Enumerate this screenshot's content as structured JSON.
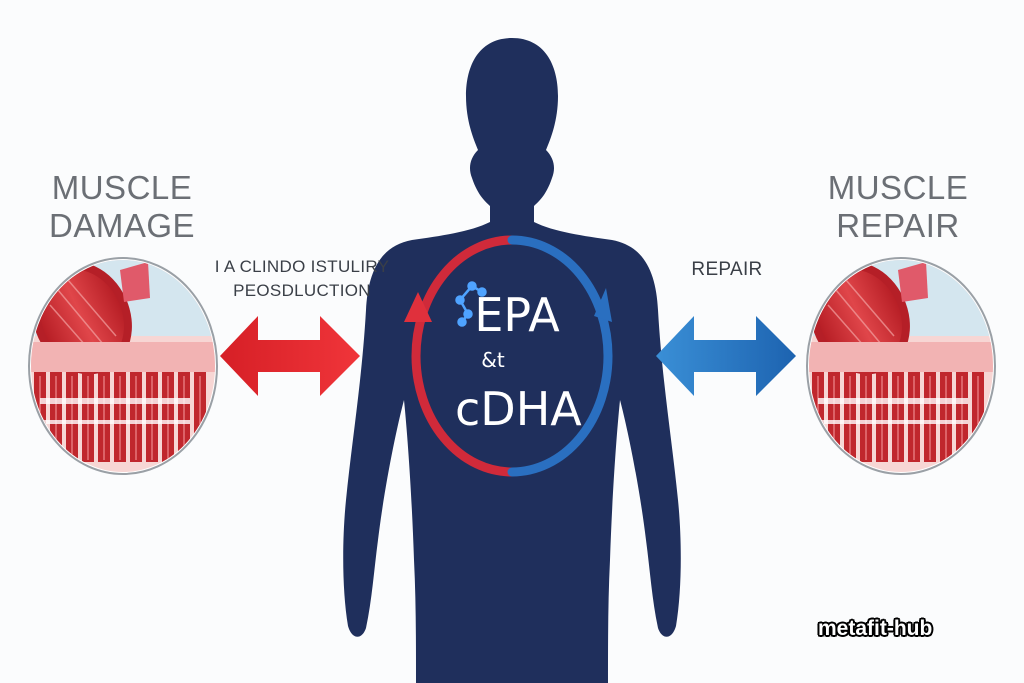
{
  "left_panel": {
    "title_line1": "MUSCLE",
    "title_line2": "DAMAGE",
    "caption_line1": "I A CLINDO ISTULIRY",
    "caption_line2": "PEOSDLUCTION"
  },
  "right_panel": {
    "title_line1": "MUSCLE",
    "title_line2": "REPAIR",
    "caption": "REPAIR"
  },
  "center": {
    "line1": "EPA",
    "line2": "&t",
    "line3": "cDHA"
  },
  "watermark": "metafit-hub",
  "icons": [
    "molecule-icon",
    "cycle-arrows-icon",
    "double-arrow-icon",
    "muscle-tissue-icon",
    "human-silhouette-icon"
  ],
  "colors": {
    "silhouette": "#1f2f5c",
    "red_arrow": "#e8262b",
    "blue_arrow": "#1e6fbd",
    "muscle_red": "#c8262c",
    "title_gray": "#6b6f75"
  }
}
